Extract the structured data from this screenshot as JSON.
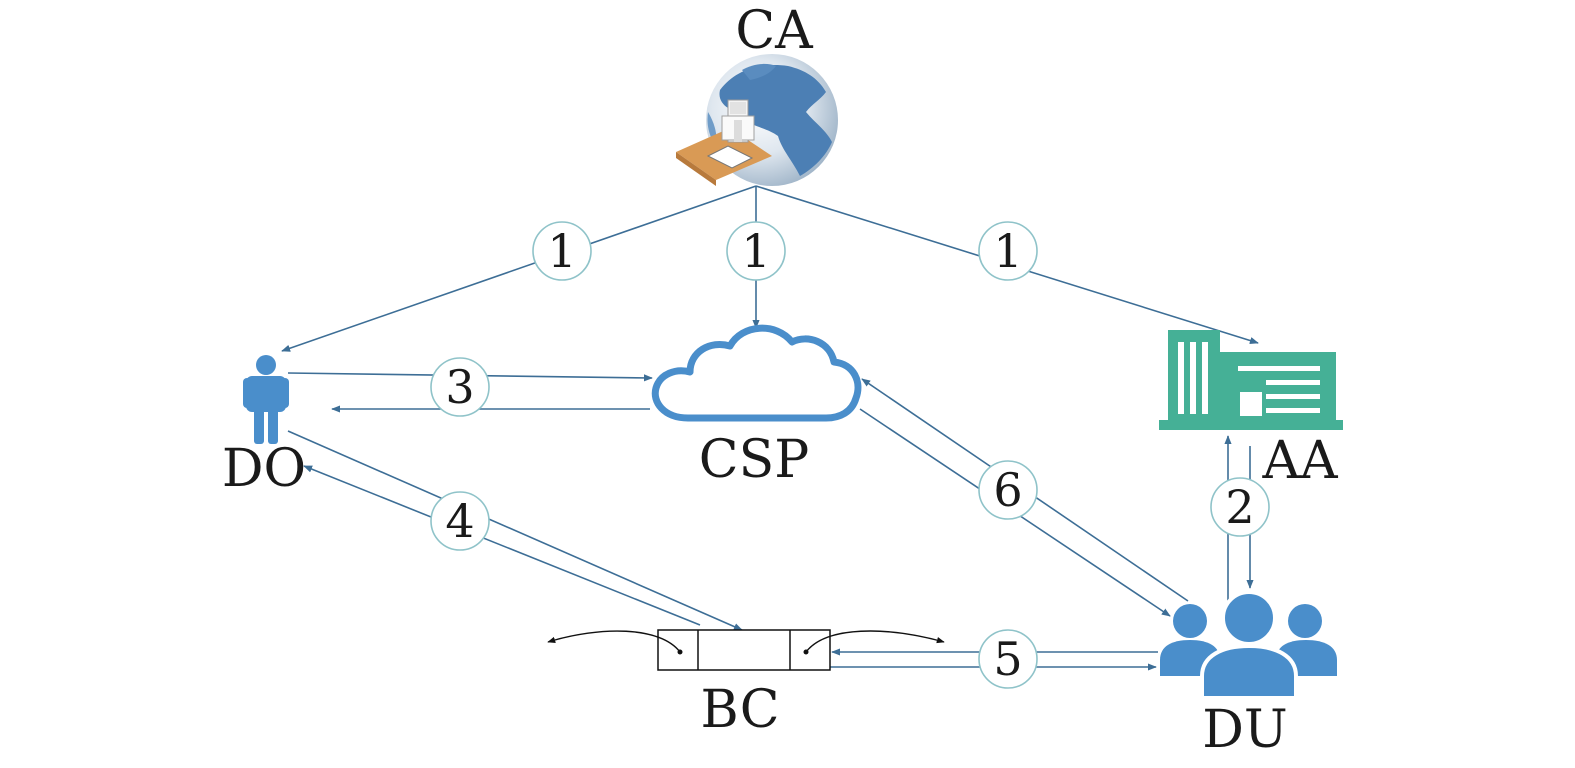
{
  "nodes": {
    "ca": {
      "label": "CA",
      "icon": "globe-certificate-icon"
    },
    "do": {
      "label": "DO",
      "icon": "person-icon"
    },
    "csp": {
      "label": "CSP",
      "icon": "cloud-icon"
    },
    "aa": {
      "label": "AA",
      "icon": "building-icon"
    },
    "du": {
      "label": "DU",
      "icon": "user-group-icon"
    },
    "bc": {
      "label": "BC",
      "icon": "blockchain-icon"
    }
  },
  "steps": {
    "ca_do": "1",
    "ca_csp": "1",
    "ca_aa": "1",
    "aa_du": "2",
    "do_csp": "3",
    "do_bc": "4",
    "bc_du": "5",
    "csp_du": "6"
  },
  "colors": {
    "edge": "#3d6e96",
    "icon_blue": "#4a8ecb",
    "building": "#45b096",
    "step_circle": "#8fc3c9"
  }
}
